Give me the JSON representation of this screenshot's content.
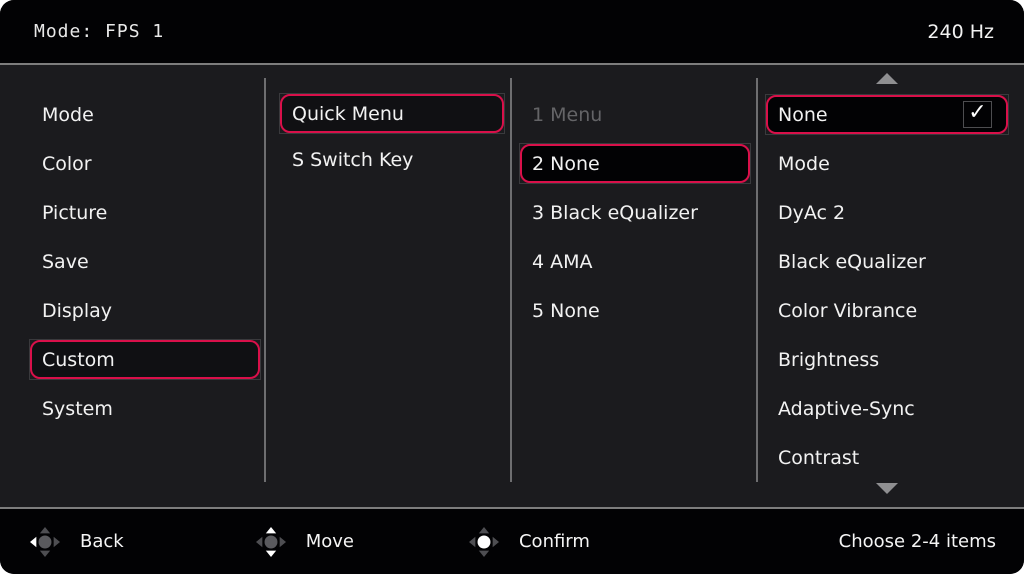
{
  "header": {
    "title": "Mode: FPS 1",
    "refresh_rate": "240 Hz"
  },
  "main_menu": {
    "items": [
      {
        "label": "Mode",
        "state": "normal"
      },
      {
        "label": "Color",
        "state": "normal"
      },
      {
        "label": "Picture",
        "state": "normal"
      },
      {
        "label": "Save",
        "state": "normal"
      },
      {
        "label": "Display",
        "state": "normal"
      },
      {
        "label": "Custom",
        "state": "selected"
      },
      {
        "label": "System",
        "state": "normal"
      }
    ]
  },
  "submenu": {
    "items": [
      {
        "label": "Quick Menu",
        "state": "selected"
      },
      {
        "label": "S Switch Key",
        "state": "normal"
      }
    ]
  },
  "quick_menu_slots": {
    "items": [
      {
        "label": "1 Menu",
        "state": "disabled"
      },
      {
        "label": "2 None",
        "state": "selected"
      },
      {
        "label": "3 Black eQualizer",
        "state": "normal"
      },
      {
        "label": "4 AMA",
        "state": "normal"
      },
      {
        "label": "5 None",
        "state": "normal"
      }
    ]
  },
  "options": {
    "check_glyph": "✓",
    "items": [
      {
        "label": "None",
        "state": "selected",
        "checked": true
      },
      {
        "label": "Mode",
        "state": "normal"
      },
      {
        "label": "DyAc 2",
        "state": "normal"
      },
      {
        "label": "Black eQualizer",
        "state": "normal"
      },
      {
        "label": "Color Vibrance",
        "state": "normal"
      },
      {
        "label": "Brightness",
        "state": "normal"
      },
      {
        "label": "Adaptive-Sync",
        "state": "normal"
      },
      {
        "label": "Contrast",
        "state": "normal"
      }
    ]
  },
  "footer": {
    "back_label": "Back",
    "move_label": "Move",
    "confirm_label": "Confirm",
    "hint": "Choose 2-4 items"
  },
  "icons": {
    "back": "joystick-left-icon",
    "move": "joystick-up-down-icon",
    "confirm": "joystick-press-icon",
    "scroll_up": "up-triangle-icon",
    "scroll_down": "down-triangle-icon",
    "checked": "checkmark-icon"
  },
  "colors": {
    "accent_red": "#d9104a",
    "background_panel": "#1b1b1e",
    "background_bar": "#020204",
    "text": "#f2f2f2",
    "text_disabled": "#646467",
    "divider": "#7d7d7d"
  }
}
